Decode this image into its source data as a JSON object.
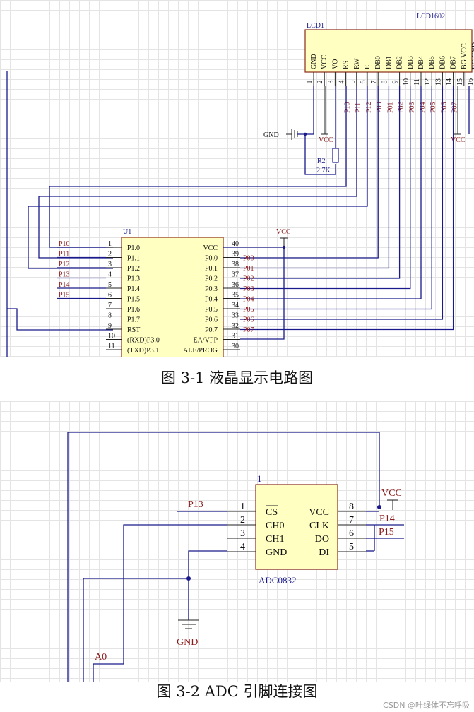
{
  "figure1": {
    "caption": "图 3-1  液晶显示电路图",
    "lcd": {
      "designator": "LCD1",
      "part": "LCD1602",
      "pins": [
        {
          "num": "1",
          "name": "GND"
        },
        {
          "num": "2",
          "name": "VCC"
        },
        {
          "num": "3",
          "name": "VO"
        },
        {
          "num": "4",
          "name": "RS"
        },
        {
          "num": "5",
          "name": "RW"
        },
        {
          "num": "6",
          "name": "E"
        },
        {
          "num": "7",
          "name": "DB0"
        },
        {
          "num": "8",
          "name": "DB1"
        },
        {
          "num": "9",
          "name": "DB2"
        },
        {
          "num": "10",
          "name": "DB3"
        },
        {
          "num": "11",
          "name": "DB4"
        },
        {
          "num": "12",
          "name": "DB5"
        },
        {
          "num": "13",
          "name": "DB6"
        },
        {
          "num": "14",
          "name": "DB7"
        },
        {
          "num": "15",
          "name": "BG VCC"
        },
        {
          "num": "16",
          "name": "BG GND"
        }
      ],
      "net_labels": [
        "P10",
        "P11",
        "P12",
        "P00",
        "P01",
        "P02",
        "P03",
        "P04",
        "P05",
        "P06",
        "P07"
      ]
    },
    "gnd_label": "GND",
    "vcc_label": "VCC",
    "resistor": {
      "designator": "R2",
      "value": "2.7K"
    },
    "mcu": {
      "designator": "U1",
      "left_pins": [
        {
          "num": "1",
          "name": "P1.0",
          "net": "P10"
        },
        {
          "num": "2",
          "name": "P1.1",
          "net": "P11"
        },
        {
          "num": "3",
          "name": "P1.2",
          "net": "P12"
        },
        {
          "num": "4",
          "name": "P1.3",
          "net": "P13"
        },
        {
          "num": "5",
          "name": "P1.4",
          "net": "P14"
        },
        {
          "num": "6",
          "name": "P1.5",
          "net": "P15"
        },
        {
          "num": "7",
          "name": "P1.6",
          "net": ""
        },
        {
          "num": "8",
          "name": "P1.7",
          "net": ""
        },
        {
          "num": "9",
          "name": "RST",
          "net": ""
        },
        {
          "num": "10",
          "name": "(RXD)P3.0",
          "net": ""
        },
        {
          "num": "11",
          "name": "(TXD)P3.1",
          "net": ""
        }
      ],
      "right_pins": [
        {
          "num": "40",
          "name": "VCC",
          "net": ""
        },
        {
          "num": "39",
          "name": "P0.0",
          "net": "P00"
        },
        {
          "num": "38",
          "name": "P0.1",
          "net": "P01"
        },
        {
          "num": "37",
          "name": "P0.2",
          "net": "P02"
        },
        {
          "num": "36",
          "name": "P0.3",
          "net": "P03"
        },
        {
          "num": "35",
          "name": "P0.4",
          "net": "P04"
        },
        {
          "num": "34",
          "name": "P0.5",
          "net": "P05"
        },
        {
          "num": "33",
          "name": "P0.6",
          "net": "P06"
        },
        {
          "num": "32",
          "name": "P0.7",
          "net": "P07"
        },
        {
          "num": "31",
          "name": "EA/VPP",
          "net": ""
        },
        {
          "num": "30",
          "name": "ALE/PROG",
          "net": ""
        }
      ]
    }
  },
  "figure2": {
    "caption": "图 3-2  ADC 引脚连接图",
    "adc": {
      "designator": "1",
      "part": "ADC0832",
      "left_pins": [
        {
          "num": "1",
          "name": "CS"
        },
        {
          "num": "2",
          "name": "CH0"
        },
        {
          "num": "3",
          "name": "CH1"
        },
        {
          "num": "4",
          "name": "GND"
        }
      ],
      "right_pins": [
        {
          "num": "8",
          "name": "VCC"
        },
        {
          "num": "7",
          "name": "CLK"
        },
        {
          "num": "6",
          "name": "DO"
        },
        {
          "num": "5",
          "name": "DI"
        }
      ]
    },
    "net_labels": {
      "cs": "P13",
      "clk": "P14",
      "do": "P15",
      "ch0": "A0"
    },
    "vcc_label": "VCC",
    "gnd_label": "GND"
  },
  "watermark": "CSDN @叶绿体不忘呼吸"
}
